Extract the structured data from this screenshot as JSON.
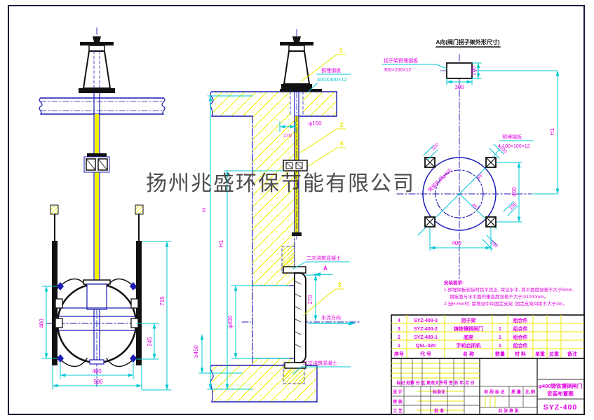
{
  "watermark": {
    "text": "扬州兆盛环保节能有限公司"
  },
  "front_view": {
    "dim_400_v": "400",
    "dim_245": "245",
    "dim_715": "715",
    "dim_400_h": "400",
    "dim_590": "590"
  },
  "section_view": {
    "balloon_1": "1",
    "balloon_2": "2",
    "balloon_3": "3",
    "balloon_4": "4",
    "plate_label": "预埋钢板",
    "plate_size": "400X400×12",
    "dim_phi150": "φ150",
    "dim_170": "170",
    "dim_h": "H",
    "dim_h1": "H1",
    "concrete_top": "二次浇筑混凝土",
    "concrete_bottom": "二次浇筑混凝土",
    "view_arrow": "A",
    "flow_label": "水流方向",
    "dim_270": "270",
    "dim_phi400": "φ400",
    "dim_min450": "≥450"
  },
  "view_a": {
    "title": "A向(阀门拐子架外形尺寸)",
    "plate_label": "拐子架预埋钢板",
    "plate_size": "300×200×12",
    "dim_300": "300",
    "dim_200": "200",
    "dim_h1": "H1",
    "anchor_label": "预埋钢板",
    "anchor_size": "4-100×100×12",
    "hole_label": "预留孔洞φ400",
    "angle_45": "45°",
    "dim_100": "100",
    "dim_400_h": "400",
    "dim_400_v": "400"
  },
  "notes": {
    "title": "安装要求:",
    "line1": "1.预埋钢板安装时找平找正, 保证水平, 其平面度误差不大于5mm,",
    "line2": "钢板面与水平面的垂直度误差不大于2/1000mm。",
    "line3": "2.当H>5m时, 需增设中间固定支架, 固定支架间距不大于3m。"
  },
  "bom": {
    "headers": [
      "序号",
      "代  号",
      "名  称",
      "数量",
      "材  料",
      "单重",
      "总重",
      "备注"
    ],
    "rows": [
      {
        "no": "4",
        "code": "SYZ-400-3",
        "name": "拐子架",
        "qty": "",
        "material": "组合件"
      },
      {
        "no": "3",
        "code": "SYZ-400-2",
        "name": "铸铁镶铜闸门",
        "qty": "1",
        "material": "组合件"
      },
      {
        "no": "2",
        "code": "SYZ-400-1",
        "name": "底座",
        "qty": "1",
        "material": "组合件"
      },
      {
        "no": "1",
        "code": "QSL-320",
        "name": "手轮启闭机",
        "qty": "1",
        "material": "组合件"
      }
    ]
  },
  "title_block": {
    "revision_row": "标记 处数 分 区  更改文件号   签 名  年 月 日",
    "design": "设 计",
    "standardization": "标准化",
    "audit": "审 核",
    "process": "工 艺",
    "approve": "批 准",
    "stage_mark": "阶 段 标 记",
    "mass": "质 量",
    "scale": "比 例",
    "sheet_info": "共    张  第    张",
    "title_line1": "φ400铸铁镶铜闸门",
    "title_line2": "安装布置图",
    "drawing_no": "SYZ-400"
  },
  "colors": {
    "line_blue": "#1c1cb4",
    "dim_cyan": "#00c8d4",
    "text_magenta": "#e100e1",
    "hatch_yellow": "#f0f000"
  }
}
